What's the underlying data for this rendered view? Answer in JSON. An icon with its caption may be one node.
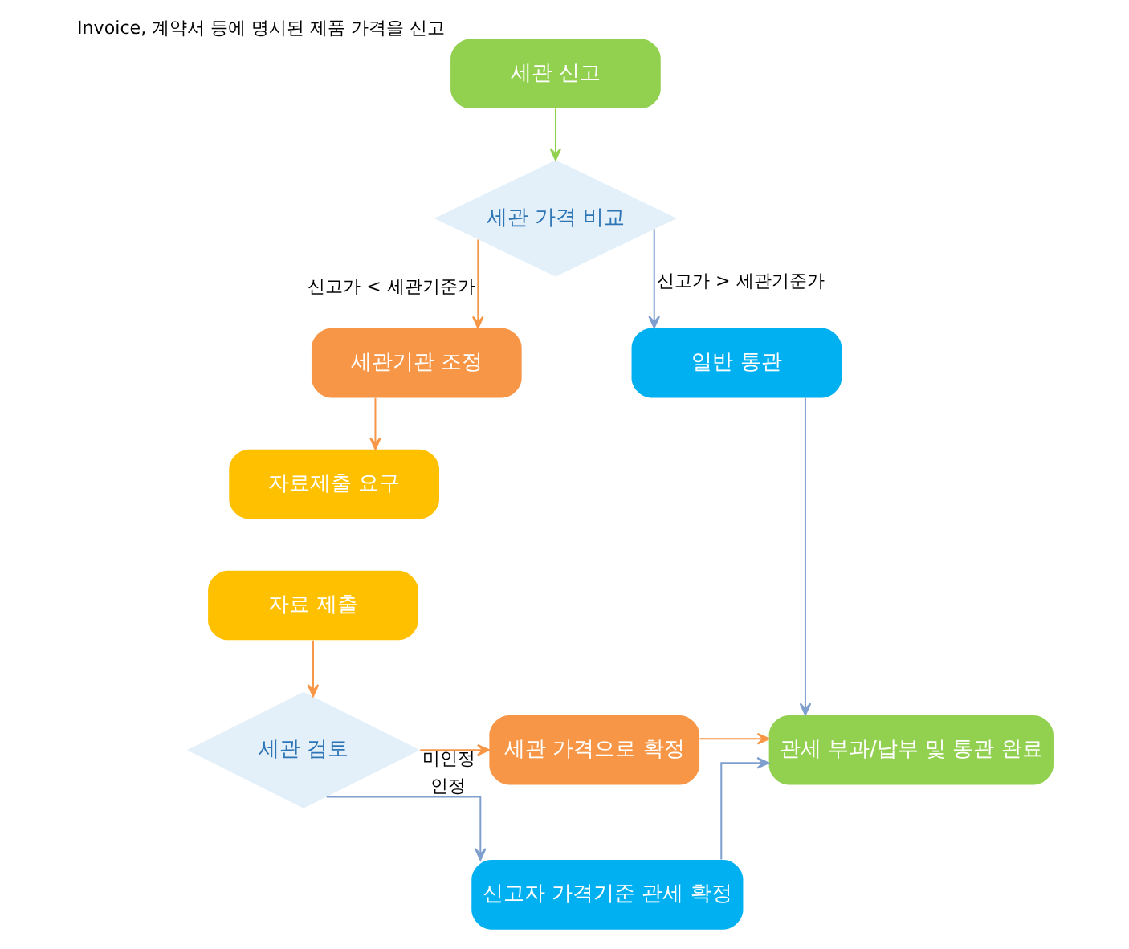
{
  "diagram": {
    "nodes": [
      {
        "text": [
          "세관 신고"
        ],
        "beside": [
          "Invoice, 계약서 등에 명시된 제품 가격을 신고"
        ]
      },
      {
        "text": [
          "세관 가격 비교"
        ]
      },
      {
        "text": [
          "세관기관 조정"
        ]
      },
      {
        "text": [
          "일반 통관"
        ]
      },
      {
        "text": [
          "자료제출 요구"
        ]
      },
      {
        "text": [
          "자료 제출"
        ]
      },
      {
        "text": [
          "세관 검토"
        ]
      },
      {
        "text": [
          "세관 가격으로 확정"
        ]
      },
      {
        "text": [
          "관세 부과/납부 및 통관 완료"
        ]
      },
      {
        "text": [
          "신고자 가격기준 관세 확정"
        ]
      }
    ],
    "edges": [
      {
        "from": 0,
        "to": 1,
        "arrow": "to",
        "color": "#92d050"
      },
      {
        "from": 1,
        "to": 2,
        "arrow": "to",
        "label": "신고가 < 세관기준가"
      },
      {
        "from": 1,
        "to": 3,
        "arrow": "to",
        "label": "신고가 > 세관기준가",
        "color": "#7f9fcf"
      },
      {
        "from": 2,
        "to": 4,
        "arrow": "to"
      },
      {
        "from": 5,
        "to": 6,
        "arrow": "to"
      },
      {
        "from": 6,
        "to": 7,
        "arrow": "to",
        "label": "미인정"
      },
      {
        "from": 6,
        "to": 9,
        "arrow": "to",
        "label": "인정",
        "color": "#7f9fcf"
      },
      {
        "from": 7,
        "to": 8,
        "arrow": "to"
      },
      {
        "from": 3,
        "to": 8,
        "arrow": "to",
        "color": "#7f9fcf"
      },
      {
        "from": 9,
        "to": 8,
        "arrow": "to",
        "color": "#7f9fcf"
      }
    ]
  }
}
